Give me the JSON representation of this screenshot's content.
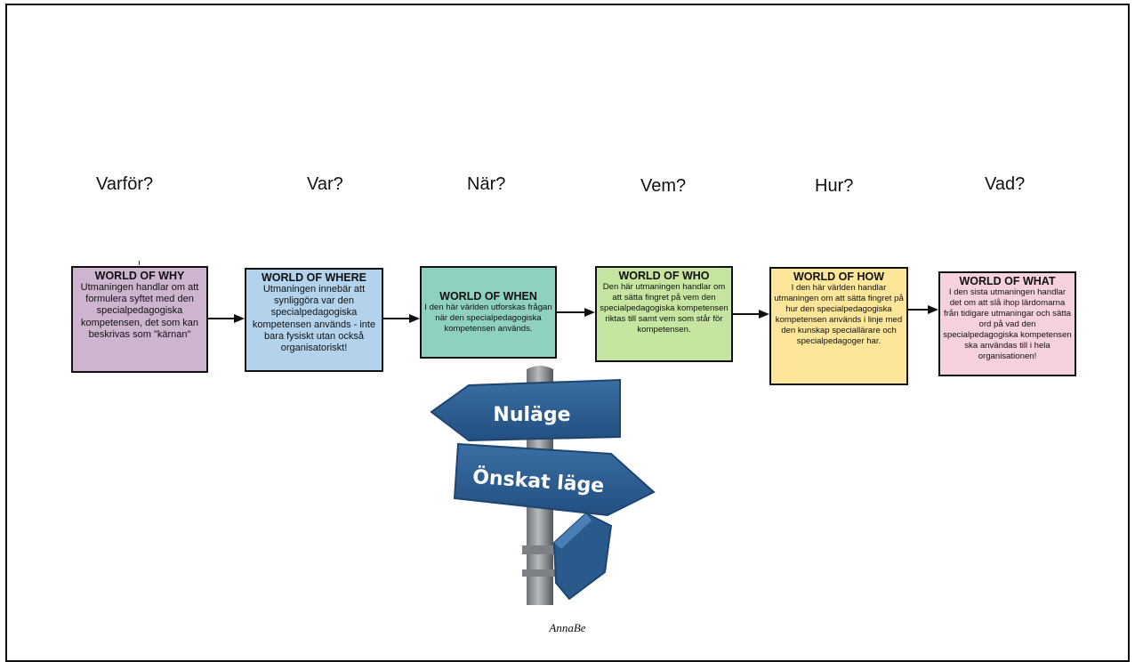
{
  "questions": [
    "Varför?",
    "Var?",
    "När?",
    "Vem?",
    "Hur?",
    "Vad?"
  ],
  "worlds": [
    {
      "title": "WORLD OF WHY",
      "text": "Utmaningen handlar om att formulera syftet  med den specialpedagogiska kompetensen, det som kan beskrivas som \"kärnan\"",
      "color": "#cdb5cf"
    },
    {
      "title": "WORLD OF WHERE",
      "text": "Utmaningen innebär att synliggöra var den specialpedagogiska kompetensen används - inte bara fysiskt utan också  organisatoriskt!",
      "color": "#b3d3ec"
    },
    {
      "title": "WORLD OF WHEN",
      "text": "I den här världen utforskas frågan när den specialpedagogiska kompetensen används.",
      "color": "#8fd1c1"
    },
    {
      "title": "WORLD OF WHO",
      "text": "Den här utmaningen handlar om att sätta fingret på vem den specialpedagogiska kompetensen riktas till samt vem som står för kompetensen.",
      "color": "#c5e5a0"
    },
    {
      "title": "WORLD OF HOW",
      "text": "I den här världen handlar utmaningen om att sätta fingret på hur den specialpedagogiska kompetensen används i linje med den kunskap speciallärare och specialpedagoger har.",
      "color": "#fde59a"
    },
    {
      "title": "WORLD OF WHAT",
      "text": "I den sista utmaningen handlar det om att slå ihop lärdomarna från tidigare utmaningar och sätta ord på vad den specialpedagogiska kompetensen ska användas till i hela organisationen!",
      "color": "#f5d1dc"
    }
  ],
  "signpost": {
    "sign1": "Nuläge",
    "sign2": "Önskat läge",
    "sign_color": "#2c5d90"
  },
  "footer": "AnnaBe"
}
